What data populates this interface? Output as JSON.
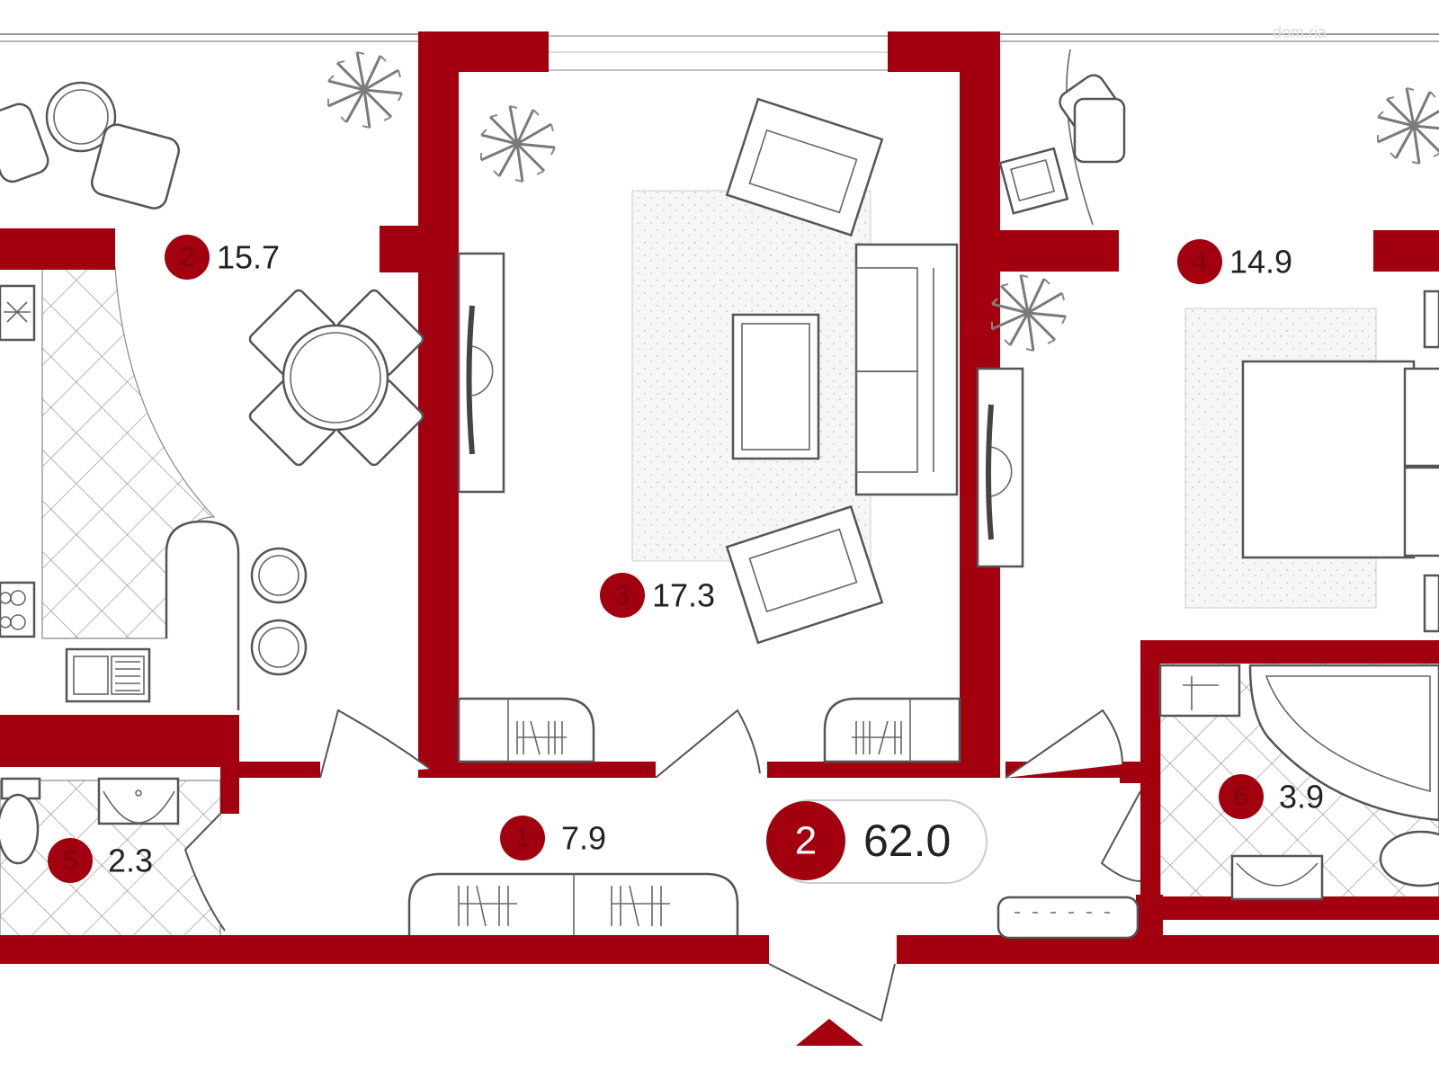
{
  "plan": {
    "rooms_count": "2",
    "total_area": "62.0",
    "accent_color": "#a3000f",
    "watermark": "dom.ria",
    "rooms": [
      {
        "id": "room-1",
        "number": "1",
        "area": "7.9"
      },
      {
        "id": "room-2",
        "number": "2",
        "area": "15.7"
      },
      {
        "id": "room-3",
        "number": "3",
        "area": "17.3"
      },
      {
        "id": "room-4",
        "number": "4",
        "area": "14.9"
      },
      {
        "id": "room-5",
        "number": "5",
        "area": "2.3"
      },
      {
        "id": "room-6",
        "number": "6",
        "area": "3.9"
      }
    ],
    "entrance_icon": "triangle-up-icon"
  }
}
